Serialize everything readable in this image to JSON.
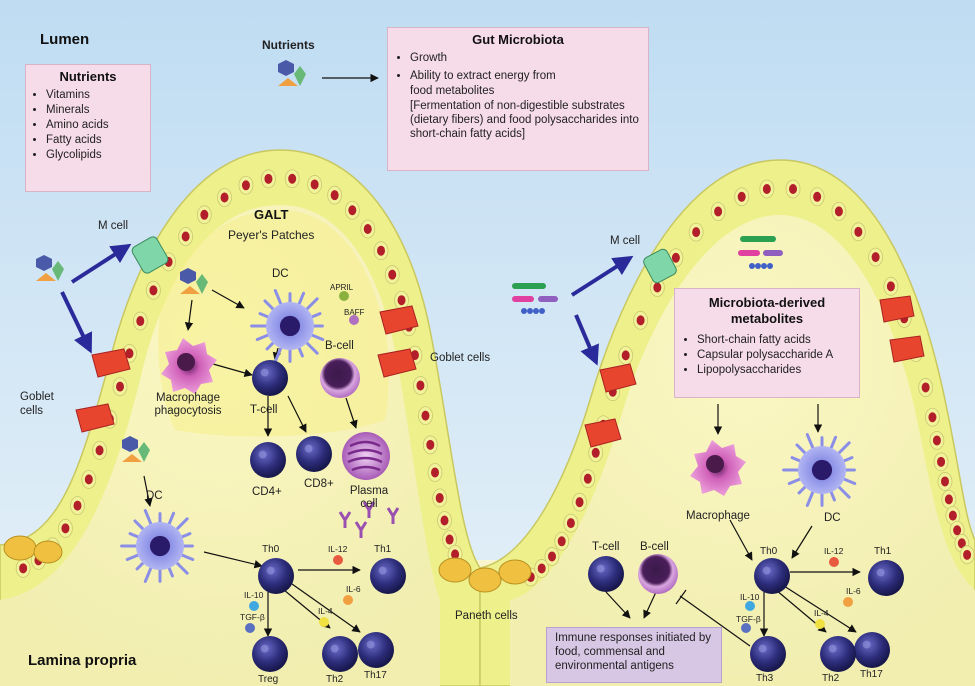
{
  "regions": {
    "lumen": "Lumen",
    "lamina": "Lamina propria"
  },
  "nutrients_box": {
    "title": "Nutrients",
    "items": [
      "Vitamins",
      "Minerals",
      "Amino acids",
      "Fatty acids",
      "Glycolipids"
    ]
  },
  "nutrients_label": "Nutrients",
  "microbiota_box": {
    "title": "Gut Microbiota",
    "items": [
      "Growth",
      "Ability to extract energy from food metabolites"
    ],
    "note": "[Fermentation of non-digestible substrates (dietary fibers) and food polysaccharides into short-chain fatty acids]"
  },
  "metabolites_box": {
    "title": "Microbiota-derived metabolites",
    "items": [
      "Short-chain fatty acids",
      "Capsular polysaccharide A",
      "Lipopolysaccharides"
    ]
  },
  "immune_box": {
    "text": "Immune responses initiated by food, commensal and environmental antigens"
  },
  "left": {
    "galt": "GALT",
    "peyers": "Peyer's Patches",
    "m_cell": "M cell",
    "goblet": "Goblet cells",
    "goblet_right": "Goblet cells",
    "dc_top": "DC",
    "april": "APRIL",
    "baff": "BAFF",
    "bcell": "B-cell",
    "macrophage": "Macrophage phagocytosis",
    "tcell": "T-cell",
    "cd4": "CD4+",
    "cd8": "CD8+",
    "plasma": "Plasma cell",
    "dc_bottom": "DC",
    "th0": "Th0",
    "il12": "IL-12",
    "th1": "Th1",
    "il6": "IL-6",
    "th17": "Th17",
    "il4": "IL-4",
    "th2": "Th2",
    "il10": "IL-10",
    "tgfb": "TGF-β",
    "treg": "Treg"
  },
  "right": {
    "m_cell": "M cell",
    "macrophage": "Macrophage",
    "dc": "DC",
    "tcell": "T-cell",
    "bcell": "B-cell",
    "th0": "Th0",
    "il12": "IL-12",
    "th1": "Th1",
    "il6": "IL-6",
    "th17": "Th17",
    "il4": "IL-4",
    "th2": "Th2",
    "il10": "IL-10",
    "tgfb": "TGF-β",
    "th3": "Th3"
  },
  "paneth": "Paneth cells",
  "colors": {
    "villus": "#f4f1b4",
    "epithelium": "#eef08c",
    "nucleus": "#b21f2a",
    "lymphocyte": "#2c2c7a",
    "dc": "#8a8ee6",
    "macrophage": "#d060b8",
    "arrow": "#2a2a9a"
  }
}
